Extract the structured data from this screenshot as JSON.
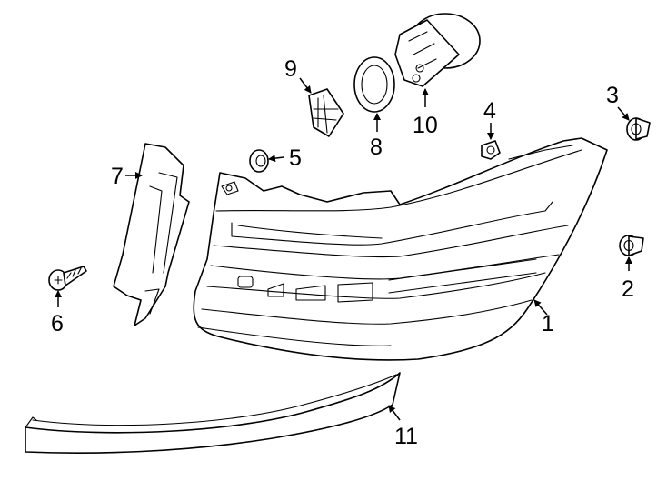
{
  "callouts": [
    {
      "id": "1",
      "label": "1"
    },
    {
      "id": "2",
      "label": "2"
    },
    {
      "id": "3",
      "label": "3"
    },
    {
      "id": "4",
      "label": "4"
    },
    {
      "id": "5",
      "label": "5"
    },
    {
      "id": "6",
      "label": "6"
    },
    {
      "id": "7",
      "label": "7"
    },
    {
      "id": "8",
      "label": "8"
    },
    {
      "id": "9",
      "label": "9"
    },
    {
      "id": "10",
      "label": "10"
    },
    {
      "id": "11",
      "label": "11"
    }
  ],
  "colors": {
    "line": "#000000",
    "fill": "#ffffff"
  }
}
